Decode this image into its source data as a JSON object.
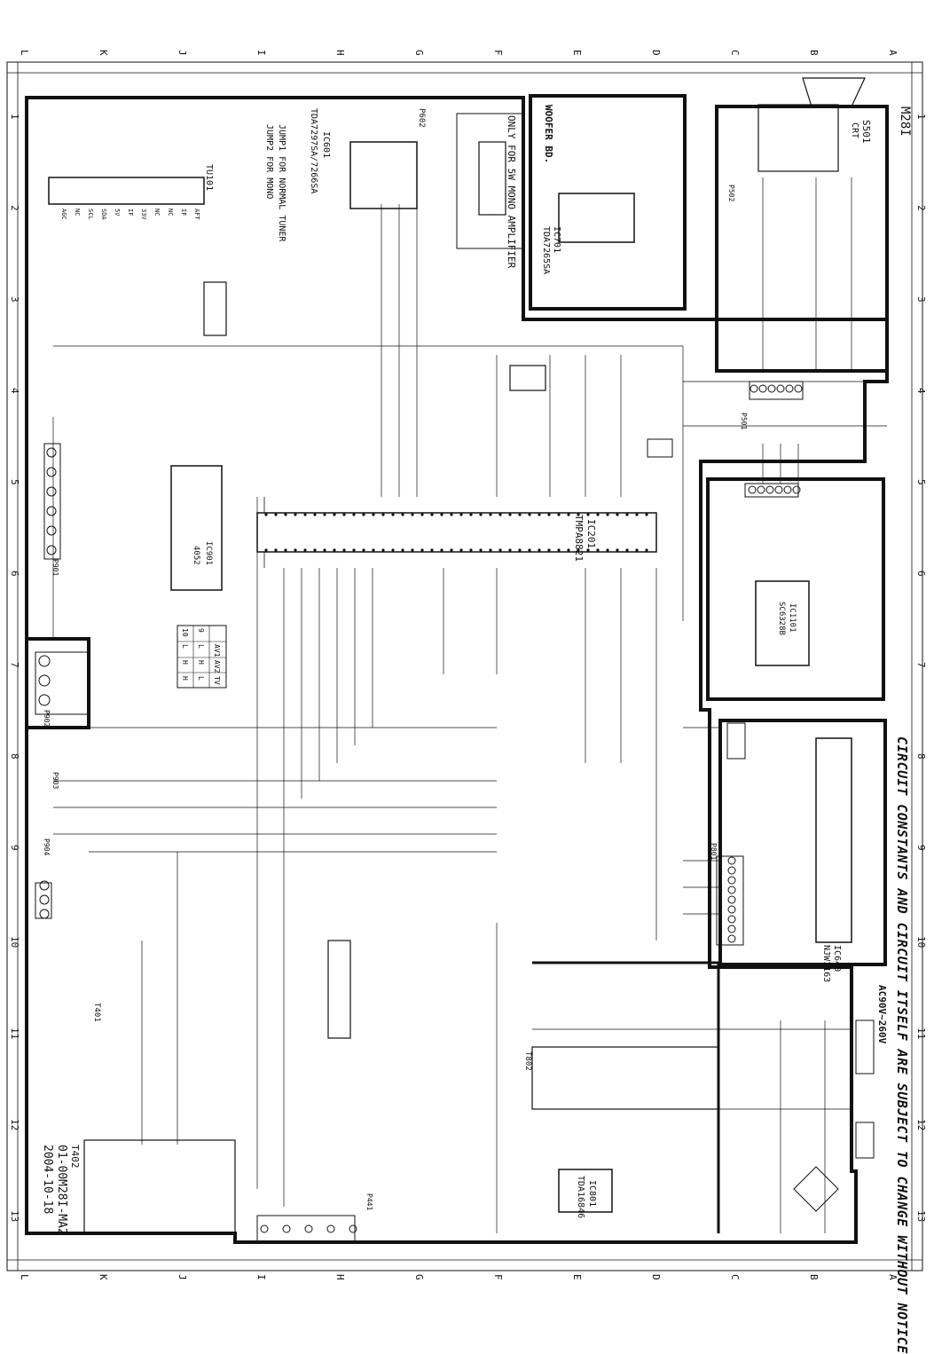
{
  "model": "M28I",
  "grid_letters": [
    "A",
    "B",
    "C",
    "D",
    "E",
    "F",
    "G",
    "H",
    "I",
    "J",
    "K",
    "L"
  ],
  "grid_numbers": [
    "1",
    "2",
    "3",
    "4",
    "5",
    "6",
    "7",
    "8",
    "9",
    "10",
    "11",
    "12",
    "13"
  ],
  "notice": "CIRCUIT CONSTANTS AND CIRCUIT ITSELF ARE SUBJECT TO CHANGE WITHOUT NOTICE",
  "mains": "AC90V~260V",
  "drawing_no": "01-00M28I-MA2",
  "date": "2004-10-18",
  "blocks": {
    "crt": {
      "ref": "S501",
      "name": "CRT"
    },
    "woofer_board": "WOOFER BD.",
    "ic701": {
      "ref": "IC701",
      "part": "TDA7265SA"
    },
    "ic601": {
      "ref": "IC601",
      "part": "TDA7297SA/7266SA"
    },
    "mono_amp_note": "ONLY FOR 5W MONO AMPLIFIER",
    "tuner": "TU101",
    "jumper1": "JUMP1 FOR NORMAL TUNER",
    "jumper2": "JUMP2 FOR MONO",
    "ic201": {
      "ref": "IC201",
      "part": "TMPA8821"
    },
    "ic901": {
      "ref": "IC901",
      "part": "4052"
    },
    "ic1101": {
      "ref": "IC1101",
      "part": "SC6328B"
    },
    "ic640": {
      "ref": "IC640",
      "part": "NJW1163"
    },
    "ic801": {
      "ref": "IC801",
      "part": "TDA16846"
    },
    "t402": "T402",
    "t802": "T802",
    "t401": "T401",
    "p602": "P602",
    "p502": "P502",
    "p501": "P501",
    "p801": "P801",
    "p901": "P901",
    "p902": "P902",
    "p903": "P903",
    "p904": "P904",
    "p441": "P441"
  },
  "switch_table": {
    "headers": [
      "",
      "AV1",
      "AV2",
      "TV"
    ],
    "rows": [
      [
        "9",
        "L",
        "H",
        "L"
      ],
      [
        "10",
        "L",
        "H",
        "H"
      ]
    ]
  },
  "tuner_pins": [
    "AGC",
    "NC",
    "SCL",
    "SDA",
    "5V",
    "IF",
    "33V",
    "NC",
    "NC",
    "IF",
    "AFT"
  ]
}
